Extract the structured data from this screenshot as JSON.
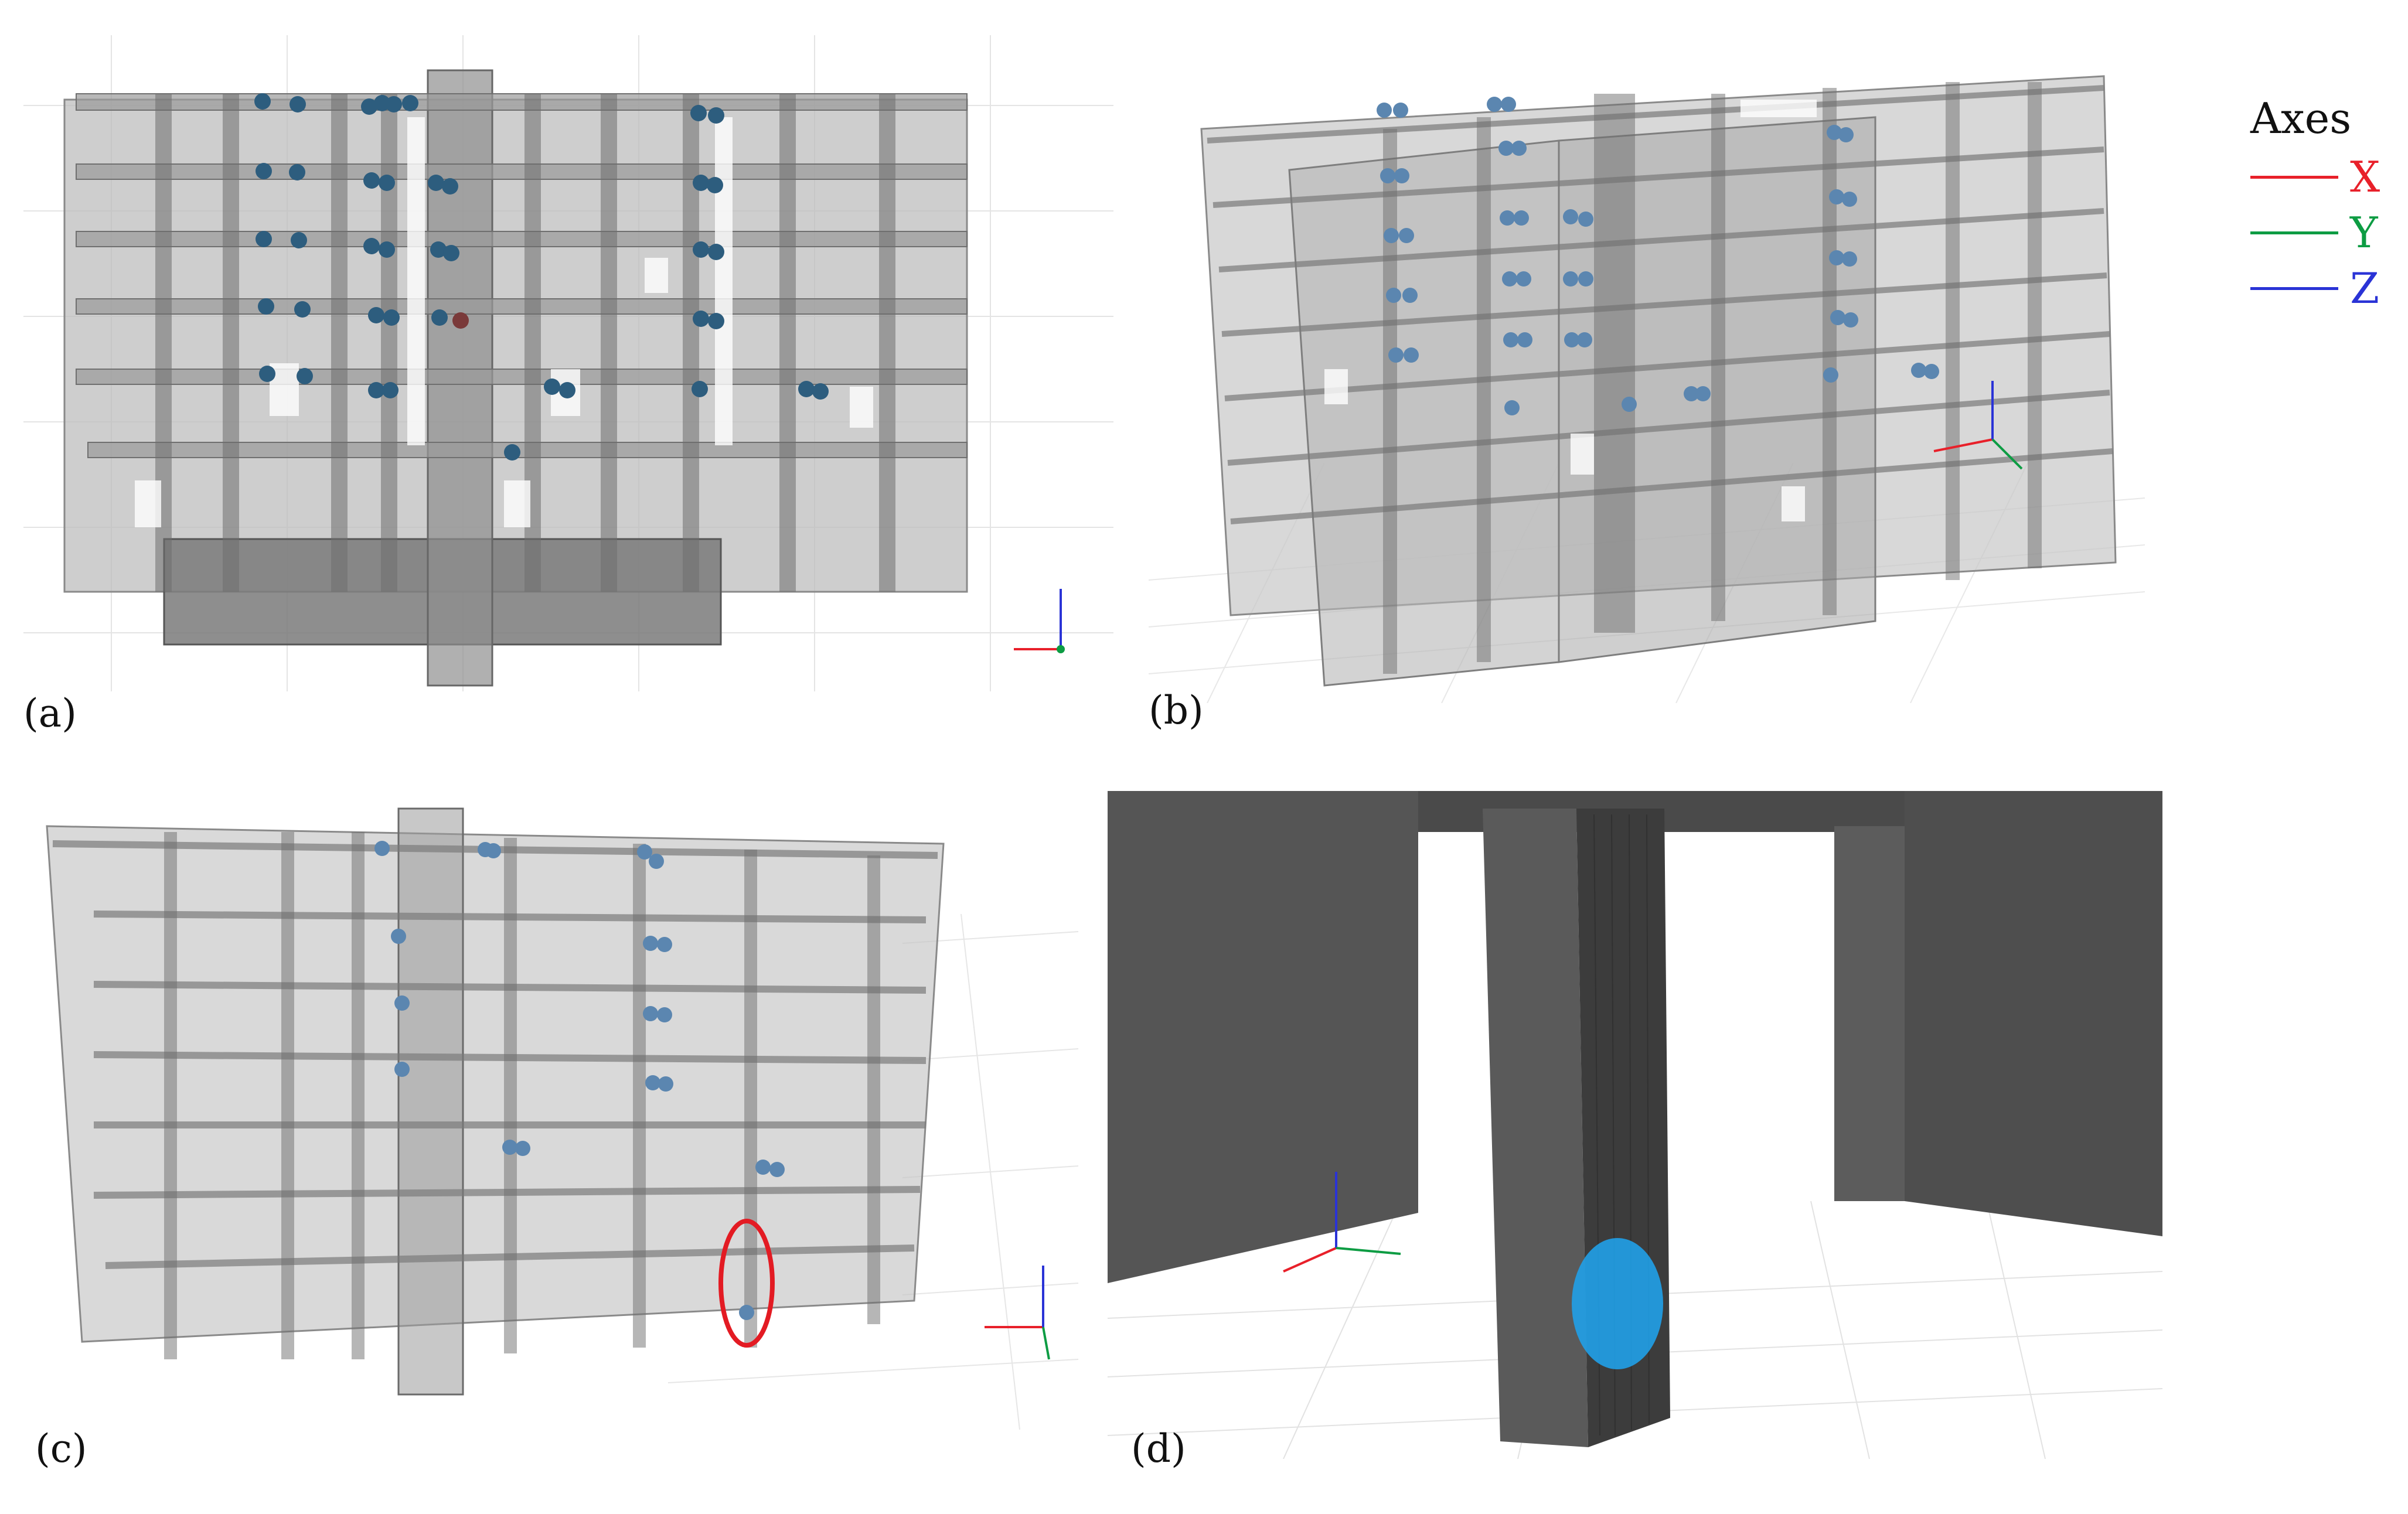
{
  "captions": {
    "a": "(a)",
    "b": "(b)",
    "c": "(c)",
    "d": "(d)"
  },
  "legend": {
    "title": "Axes",
    "items": [
      {
        "label": "X",
        "color": "#e8202a"
      },
      {
        "label": "Y",
        "color": "#0d9c43"
      },
      {
        "label": "Z",
        "color": "#2a33d6"
      }
    ]
  },
  "colors": {
    "sensor": "#2d5d7e",
    "sensor_light": "#5b86b0",
    "highlight": "#e31b23",
    "damage_blob": "#20a0e8",
    "structure": "#8c8c8c",
    "solid": "#4a4a4a"
  }
}
